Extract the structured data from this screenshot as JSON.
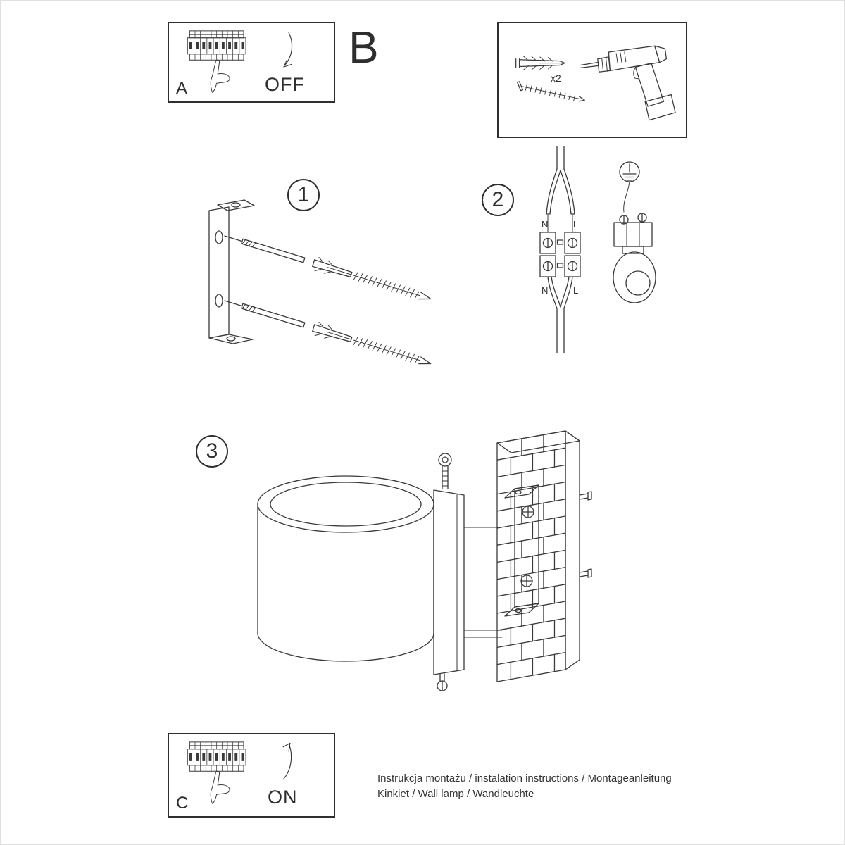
{
  "panel_a": {
    "label": "A",
    "state": "OFF"
  },
  "section_b": {
    "label": "B"
  },
  "parts": {
    "anchor_qty": "x2"
  },
  "steps": {
    "one": "1",
    "two": "2",
    "three": "3"
  },
  "wiring": {
    "n_top": "N",
    "l_top": "L",
    "n_bottom": "N",
    "l_bottom": "L"
  },
  "panel_c": {
    "label": "C",
    "state": "ON"
  },
  "footer": {
    "line1": "Instrukcja montażu / instalation instructions / Montageanleitung",
    "line2": "Kinkiet / Wall lamp / Wandleuchte"
  }
}
